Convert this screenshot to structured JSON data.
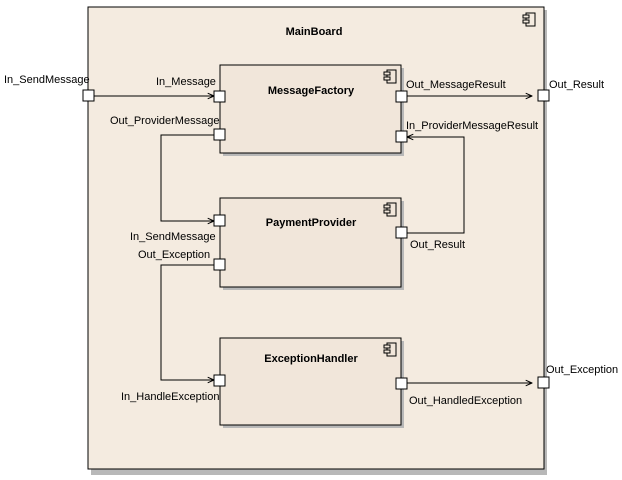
{
  "container": {
    "title": "MainBoard",
    "ports": {
      "in_send_message": "In_SendMessage",
      "out_result": "Out_Result",
      "out_exception": "Out_Exception"
    }
  },
  "components": {
    "message_factory": {
      "title": "MessageFactory",
      "ports": {
        "in_message": "In_Message",
        "out_provider_message": "Out_ProviderMessage",
        "out_message_result": "Out_MessageResult",
        "in_provider_message_result": "In_ProviderMessageResult"
      }
    },
    "payment_provider": {
      "title": "PaymentProvider",
      "ports": {
        "in_send_message": "In_SendMessage",
        "out_exception": "Out_Exception",
        "out_result": "Out_Result"
      }
    },
    "exception_handler": {
      "title": "ExceptionHandler",
      "ports": {
        "in_handle_exception": "In_HandleException",
        "out_handled_exception": "Out_HandledException"
      }
    }
  },
  "colors": {
    "container_fill": "#f4ebe0",
    "component_fill": "#f1e6da",
    "shadow": "#b8b8b8",
    "line": "#000000"
  },
  "icons": {
    "component": "component-icon"
  }
}
